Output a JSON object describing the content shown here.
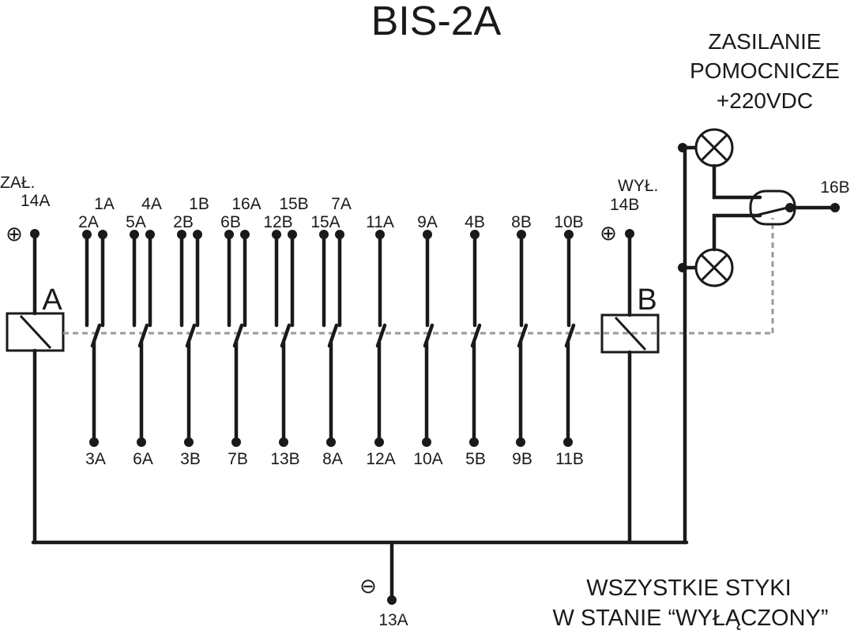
{
  "title": "BIS-2A",
  "power_supply": {
    "line1": "ZASILANIE",
    "line2": "POMOCNICZE",
    "line3": "+220VDC"
  },
  "zal": {
    "label": "ZAŁ.",
    "terminal": "14A",
    "coil": "A"
  },
  "wyl": {
    "label": "WYŁ.",
    "terminal": "14B",
    "coil": "B"
  },
  "terminal_16b": "16B",
  "terminal_13a": "13A",
  "plus_symbol": "⊕",
  "minus_symbol": "⊖",
  "contacts": [
    {
      "nc": "1A",
      "no": "2A",
      "bottom": "3A"
    },
    {
      "nc": "4A",
      "no": "5A",
      "bottom": "6A"
    },
    {
      "nc": "1B",
      "no": "2B",
      "bottom": "3B"
    },
    {
      "nc": "16A",
      "no": "6B",
      "bottom": "7B"
    },
    {
      "nc": "15B",
      "no": "12B",
      "bottom": "13B"
    },
    {
      "nc": "7A",
      "no": "15A",
      "bottom": "8A"
    },
    {
      "no": "11A",
      "bottom": "12A"
    },
    {
      "no": "9A",
      "bottom": "10A"
    },
    {
      "no": "4B",
      "bottom": "5B"
    },
    {
      "no": "8B",
      "bottom": "9B"
    },
    {
      "no": "10B",
      "bottom": "11B"
    }
  ],
  "footer": {
    "line1": "WSZYSTKIE STYKI",
    "line2": "W STANIE “WYŁĄCZONY”"
  }
}
